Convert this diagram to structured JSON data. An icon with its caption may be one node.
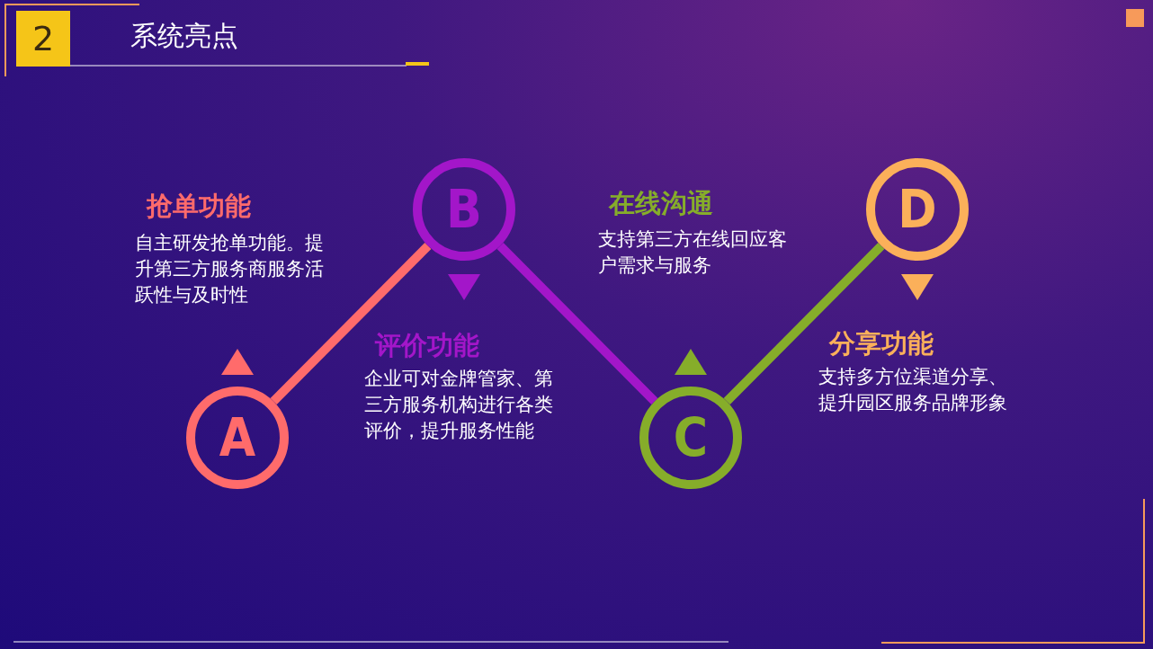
{
  "diagram": {
    "title": "系统亮点",
    "nodes": [
      {
        "text": [
          "2"
        ]
      },
      {
        "text": [
          "A"
        ]
      },
      {
        "text": [
          "B"
        ]
      },
      {
        "text": [
          "C"
        ]
      },
      {
        "text": [
          "D"
        ]
      }
    ],
    "edges": [
      {
        "from": 1,
        "to": 2,
        "arrow": "none",
        "color": "#ff6b6b"
      },
      {
        "from": 2,
        "to": 3,
        "arrow": "none",
        "color": "#a316c9"
      },
      {
        "from": 3,
        "to": 4,
        "arrow": "none",
        "color": "#86ad2a"
      }
    ],
    "labels": [
      "抢单功能",
      "自主研发抢单功能。提升第三方服务商服务活跃性与及时性",
      "在线沟通",
      "支持第三方在线回应客户需求与服务",
      "评价功能",
      "企业可对金牌管家、第三方服务机构进行各类评价，提升服务性能",
      "分享功能",
      "支持多方位渠道分享、提升园区服务品牌形象"
    ]
  }
}
